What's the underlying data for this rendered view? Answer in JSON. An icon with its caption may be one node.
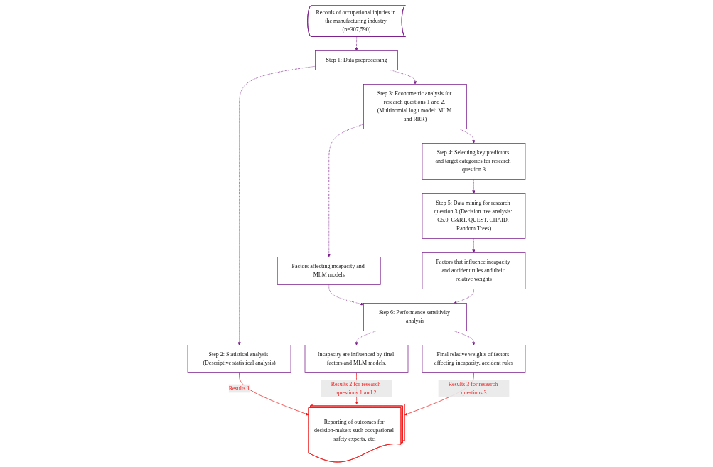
{
  "diagram": {
    "nodes": [
      {
        "text": [
          "Records of occupational injuries in the manufacturing industry (n=307,590)"
        ]
      },
      {
        "text": [
          "Step 1: Data preprocessing"
        ]
      },
      {
        "text": [
          "Step 2: Statistical analysis (Descriptive statistical analysis)"
        ]
      },
      {
        "text": [
          "Step 4: Selecting key predictors and target categories for research question 3"
        ]
      },
      {
        "text": [
          "Step 3: Econometric analysis for research questions 1 and 2. (Multinomial logit model: MLM and RRR)"
        ]
      },
      {
        "text": [
          "Step 5: Data mining for research question 3 (Decision tree analysis: C5.0, C&RT, QUEST, CHAID, Random Trees)"
        ]
      },
      {
        "text": [
          "Factors affecting incapacity and MLM models"
        ]
      },
      {
        "text": [
          "Factors that influence incapacity and accident rules and their relative weights"
        ]
      },
      {
        "text": [
          "Step 6: Performance sensitivity analysis"
        ]
      },
      {
        "text": [
          "Final relative weights of factors affecting incapacity, accident rules"
        ]
      },
      {
        "text": [
          "Incapacity are influenced by final factors and MLM models."
        ]
      },
      {
        "text": [
          "Reporting of outcomes for decision-makers such occupational safety experts, etc."
        ]
      }
    ],
    "edges": [
      {
        "from": 0,
        "to": 1,
        "arrow": "to",
        "style": "dashed"
      },
      {
        "from": 1,
        "to": 2,
        "arrow": "to",
        "style": "dashed"
      },
      {
        "from": 1,
        "to": 4,
        "arrow": "to",
        "style": "dashed"
      },
      {
        "from": 4,
        "to": 3,
        "arrow": "to",
        "style": "dashed"
      },
      {
        "from": 3,
        "to": 5,
        "arrow": "to",
        "style": "dashed"
      },
      {
        "from": 4,
        "to": 6,
        "arrow": "to",
        "style": "dashed"
      },
      {
        "from": 5,
        "to": 7,
        "arrow": "to",
        "style": "dashed"
      },
      {
        "from": 6,
        "to": 8,
        "arrow": "to",
        "style": "dashed"
      },
      {
        "from": 7,
        "to": 8,
        "arrow": "to",
        "style": "dashed"
      },
      {
        "from": 8,
        "to": 9,
        "arrow": "to",
        "style": "dashed"
      },
      {
        "from": 8,
        "to": 10,
        "arrow": "to",
        "style": "dashed"
      },
      {
        "from": 2,
        "to": 11,
        "arrow": "to",
        "label": "Results 1",
        "color": "#ee1c1c"
      },
      {
        "from": 10,
        "to": 11,
        "arrow": "to",
        "label": "Results 2 for research questions 1 and 2",
        "color": "#ee1c1c"
      },
      {
        "from": 9,
        "to": 11,
        "arrow": "to",
        "label": "Results 3 for research questions 3",
        "color": "#ee1c1c"
      }
    ]
  }
}
